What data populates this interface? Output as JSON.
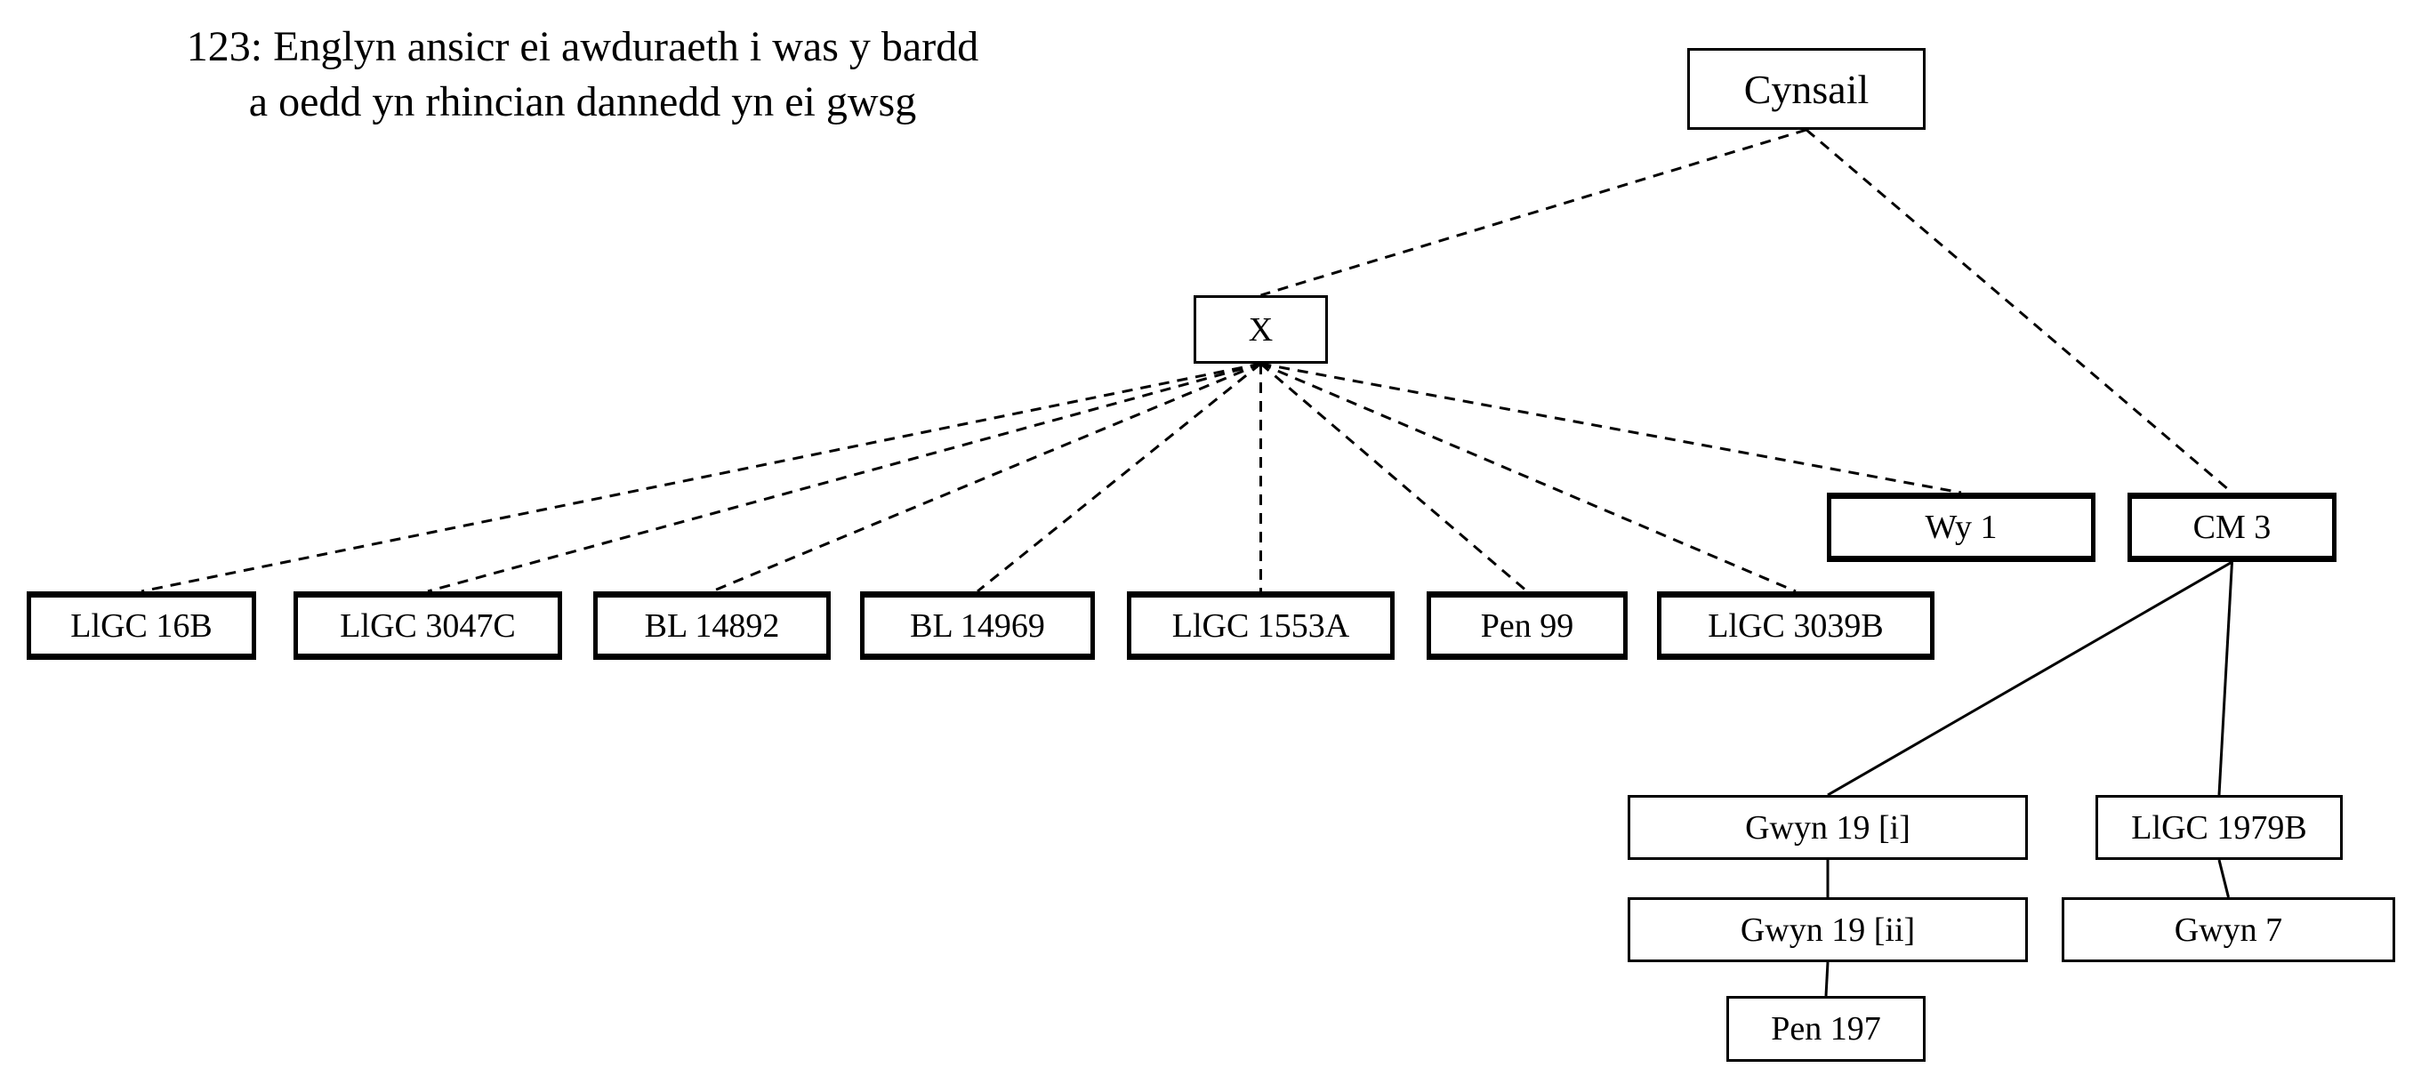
{
  "title": {
    "line1": "123: Englyn ansicr ei awduraeth i was y bardd",
    "line2": "a oedd yn rhincian dannedd yn ei gwsg"
  },
  "nodes": {
    "cynsail": "Cynsail",
    "x": "X",
    "llgc_16b": "LlGC 16B",
    "llgc_3047c": "LlGC 3047C",
    "bl_14892": "BL 14892",
    "bl_14969": "BL 14969",
    "llgc_1553a": "LlGC 1553A",
    "pen_99": "Pen 99",
    "llgc_3039b": "LlGC 3039B",
    "wy_1": "Wy 1",
    "cm_3": "CM 3",
    "gwyn_19_i": "Gwyn 19 [i]",
    "gwyn_19_ii": "Gwyn 19 [ii]",
    "pen_197": "Pen 197",
    "llgc_1979b": "LlGC 1979B",
    "gwyn_7": "Gwyn 7"
  },
  "edges": [
    {
      "from": "cynsail",
      "to": "x",
      "style": "dashed"
    },
    {
      "from": "cynsail",
      "to": "cm_3",
      "style": "dashed"
    },
    {
      "from": "x",
      "to": "llgc_16b",
      "style": "dashed"
    },
    {
      "from": "x",
      "to": "llgc_3047c",
      "style": "dashed"
    },
    {
      "from": "x",
      "to": "bl_14892",
      "style": "dashed"
    },
    {
      "from": "x",
      "to": "bl_14969",
      "style": "dashed"
    },
    {
      "from": "x",
      "to": "llgc_1553a",
      "style": "dashed"
    },
    {
      "from": "x",
      "to": "pen_99",
      "style": "dashed"
    },
    {
      "from": "x",
      "to": "llgc_3039b",
      "style": "dashed"
    },
    {
      "from": "x",
      "to": "wy_1",
      "style": "dashed"
    },
    {
      "from": "cm_3",
      "to": "gwyn_19_i",
      "style": "solid"
    },
    {
      "from": "cm_3",
      "to": "llgc_1979b",
      "style": "solid"
    },
    {
      "from": "gwyn_19_i",
      "to": "gwyn_19_ii",
      "style": "solid"
    },
    {
      "from": "gwyn_19_ii",
      "to": "pen_197",
      "style": "solid"
    },
    {
      "from": "llgc_1979b",
      "to": "gwyn_7",
      "style": "solid"
    }
  ]
}
